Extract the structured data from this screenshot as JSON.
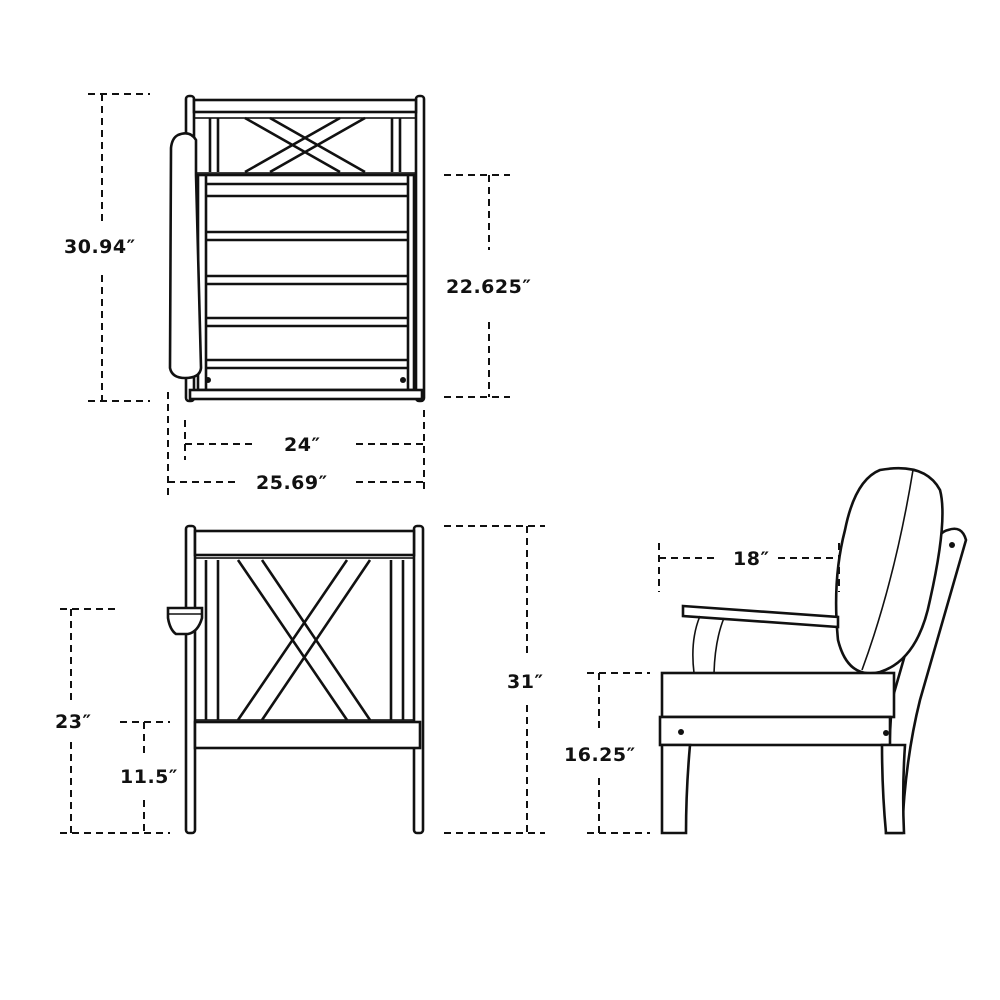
{
  "diagram": {
    "type": "furniture-dimension-drawing",
    "subject": "outdoor lounge chair with cushions",
    "views": [
      {
        "name": "top-view",
        "dimensions": {
          "overall_depth": "30.94″",
          "seat_depth": "22.625″",
          "inner_width": "24″",
          "overall_width": "25.69″"
        }
      },
      {
        "name": "front-view",
        "dimensions": {
          "overall_height": "31″",
          "arm_height": "23″",
          "frame_height": "11.5″"
        }
      },
      {
        "name": "side-view",
        "dimensions": {
          "arm_length": "18″",
          "seat_height": "16.25″"
        }
      }
    ],
    "colors": {
      "line": "#111111",
      "background": "#ffffff"
    }
  }
}
